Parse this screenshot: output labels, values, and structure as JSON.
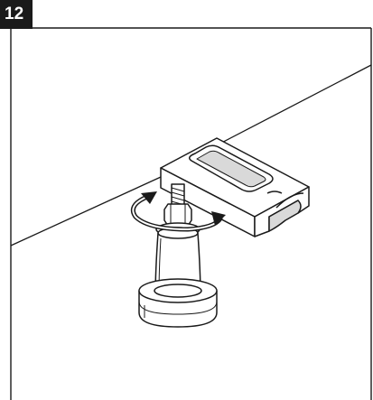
{
  "step": {
    "number": "12"
  },
  "colors": {
    "badge": "#1a1a1a",
    "line": "#1a1a1a",
    "fill": "#ffffff",
    "shade": "#d9d9d9",
    "dark_shade": "#8c8c8c"
  },
  "parts": [
    {
      "name": "mounting-rail",
      "label": ""
    },
    {
      "name": "adjustable-foot",
      "label": ""
    },
    {
      "name": "rotation-arrow",
      "label": ""
    }
  ]
}
